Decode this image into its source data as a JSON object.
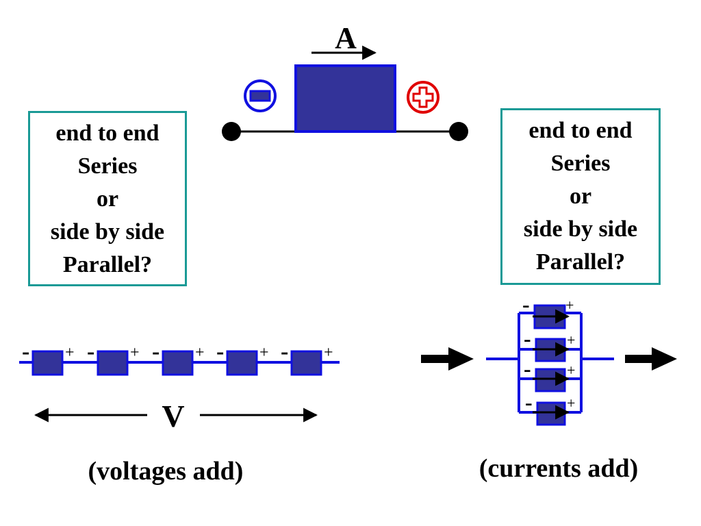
{
  "top": {
    "current_label": "A"
  },
  "left_box": {
    "lines": [
      "end to end",
      "Series",
      "or",
      "side by side",
      "Parallel?"
    ]
  },
  "right_box": {
    "lines": [
      "end to end",
      "Series",
      "or",
      "side by side",
      "Parallel?"
    ]
  },
  "series": {
    "voltage_label": "V",
    "caption": "(voltages add)",
    "minus_sign": "-",
    "plus_sign": "+"
  },
  "parallel": {
    "caption": "(currents add)",
    "minus_sign": "-",
    "plus_sign": "+"
  },
  "colors": {
    "cell_fill": "#333399",
    "cell_stroke": "#1010e0",
    "box_border": "#1a9a96",
    "positive_terminal": "#e00000",
    "negative_terminal": "#1010e0"
  }
}
